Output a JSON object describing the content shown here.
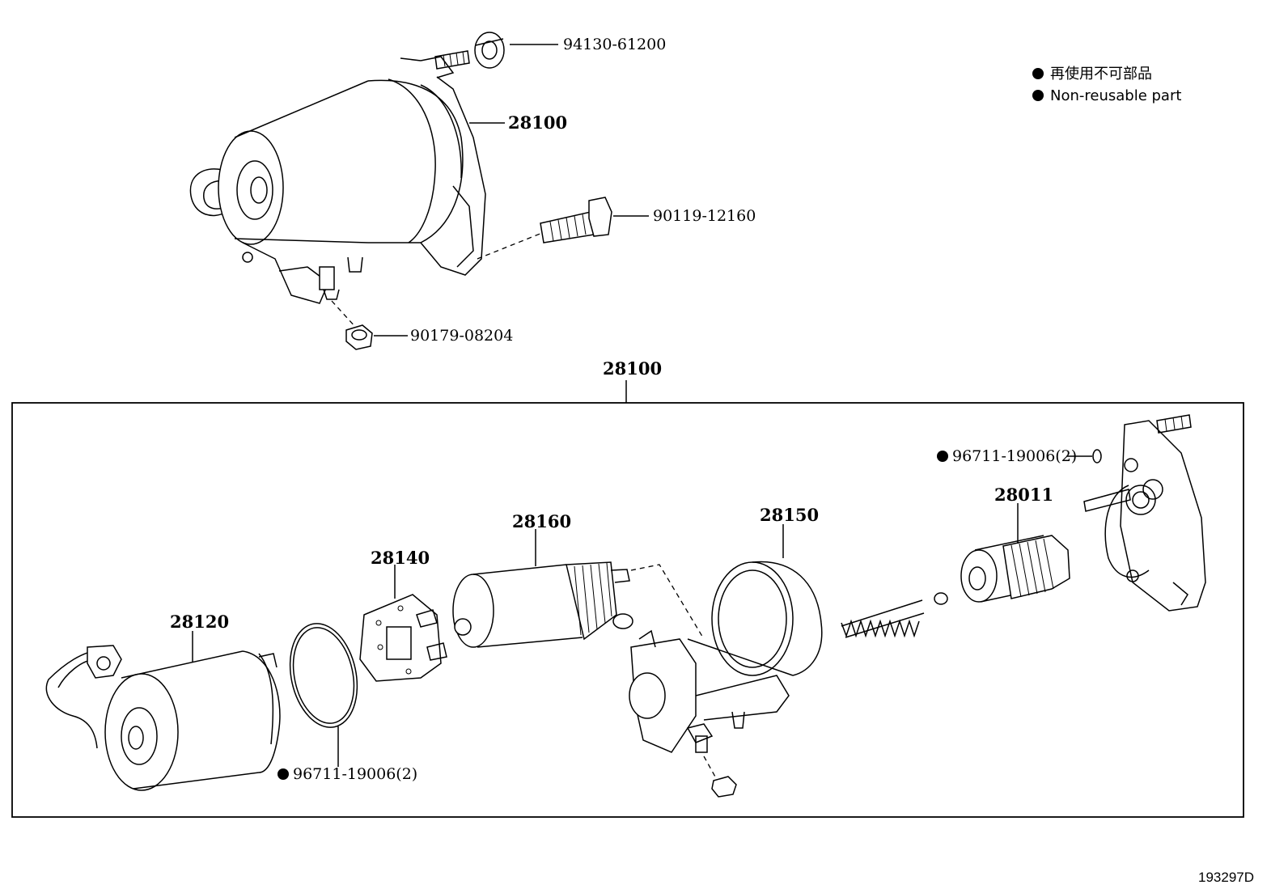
{
  "legend": {
    "jp": "再使用不可部品",
    "en": "Non-reusable part"
  },
  "top_assembly": {
    "callouts": {
      "nut_top": "94130-61200",
      "starter": "28100",
      "bolt": "90119-12160",
      "terminal_nut": "90179-08204"
    }
  },
  "exploded": {
    "group_label": "28100",
    "callouts": {
      "yoke": "28120",
      "o_ring": "96711-19006(2)",
      "brush_holder": "28140",
      "armature": "28160",
      "magnet_switch": "28150",
      "clutch": "28011",
      "o_ring_right": "96711-19006(2)"
    }
  },
  "ref_number": "193297D"
}
